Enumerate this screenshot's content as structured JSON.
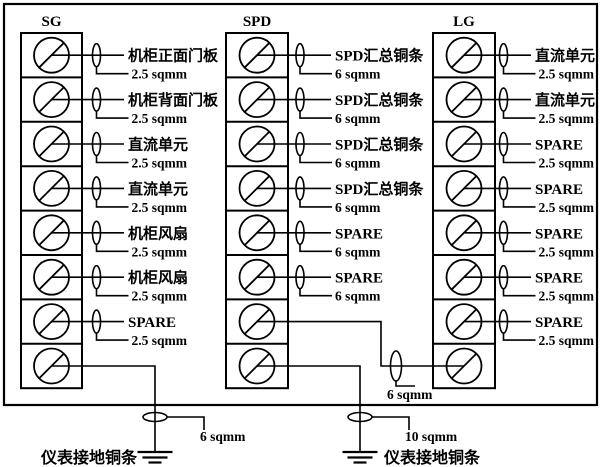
{
  "diagram": {
    "title": "instrument-grounding-terminal-diagram",
    "line_color": "#000000",
    "background_color": "#ffffff",
    "columns": [
      {
        "id": "sg",
        "title": "SG",
        "rows": [
          {
            "label": "机柜正面门板",
            "size": "2.5 sqmm"
          },
          {
            "label": "机柜背面门板",
            "size": "2.5 sqmm"
          },
          {
            "label": "直流单元",
            "size": "2.5 sqmm"
          },
          {
            "label": "直流单元",
            "size": "2.5 sqmm"
          },
          {
            "label": "机柜风扇",
            "size": "2.5 sqmm"
          },
          {
            "label": "机柜风扇",
            "size": "2.5 sqmm"
          },
          {
            "label": "SPARE",
            "size": "2.5 sqmm"
          },
          {
            "connect": "left-ground"
          }
        ]
      },
      {
        "id": "spd",
        "title": "SPD",
        "rows": [
          {
            "label": "SPD汇总铜条",
            "size": "6 sqmm"
          },
          {
            "label": "SPD汇总铜条",
            "size": "6 sqmm"
          },
          {
            "label": "SPD汇总铜条",
            "size": "6 sqmm"
          },
          {
            "label": "SPD汇总铜条",
            "size": "6 sqmm"
          },
          {
            "label": "SPARE",
            "size": "6 sqmm"
          },
          {
            "label": "SPARE",
            "size": "6 sqmm"
          },
          {
            "connect": "lg-bottom",
            "size": "6 sqmm"
          },
          {
            "connect": "right-ground"
          }
        ]
      },
      {
        "id": "lg",
        "title": "LG",
        "rows": [
          {
            "label": "直流单元",
            "size": "2.5 sqmm"
          },
          {
            "label": "直流单元",
            "size": "2.5 sqmm"
          },
          {
            "label": "SPARE",
            "size": "2.5 sqmm"
          },
          {
            "label": "SPARE",
            "size": "2.5 sqmm"
          },
          {
            "label": "SPARE",
            "size": "2.5 sqmm"
          },
          {
            "label": "SPARE",
            "size": "2.5 sqmm"
          },
          {
            "label": "SPARE",
            "size": "2.5 sqmm"
          },
          {
            "connect": "incoming"
          }
        ]
      }
    ],
    "grounds": [
      {
        "label": "仪表接地铜条",
        "wire_size": "6 sqmm",
        "label_side": "left"
      },
      {
        "label": "仪表接地铜条",
        "wire_size": "10 sqmm",
        "label_side": "right"
      }
    ]
  }
}
